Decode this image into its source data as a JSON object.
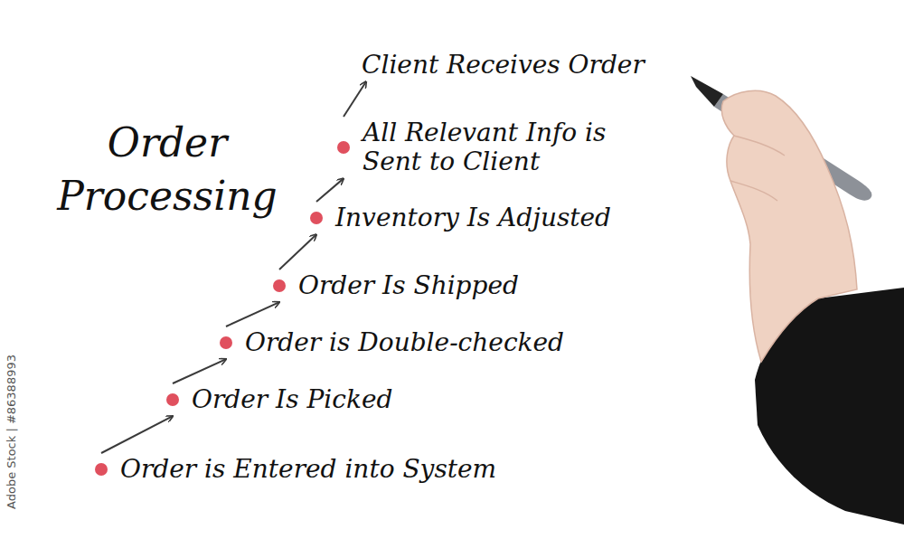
{
  "diagram": {
    "title": "Order Processing",
    "nodes": [
      {
        "text": [
          "Order is Entered into System"
        ]
      },
      {
        "text": [
          "Order Is Picked"
        ]
      },
      {
        "text": [
          "Order is Double-checked"
        ]
      },
      {
        "text": [
          "Order Is Shipped"
        ]
      },
      {
        "text": [
          "Inventory Is Adjusted"
        ]
      },
      {
        "text": [
          "All Relevant Info is Sent to Client"
        ]
      },
      {
        "text": [
          "Client Receives Order"
        ]
      }
    ],
    "edges": [
      {
        "from": 0,
        "to": 1,
        "arrow": "to"
      },
      {
        "from": 1,
        "to": 2,
        "arrow": "to"
      },
      {
        "from": 2,
        "to": 3,
        "arrow": "to"
      },
      {
        "from": 3,
        "to": 4,
        "arrow": "to"
      },
      {
        "from": 4,
        "to": 5,
        "arrow": "to"
      },
      {
        "from": 5,
        "to": 6,
        "arrow": "to"
      }
    ],
    "labels": [
      "Adobe Stock | #86388993"
    ]
  }
}
